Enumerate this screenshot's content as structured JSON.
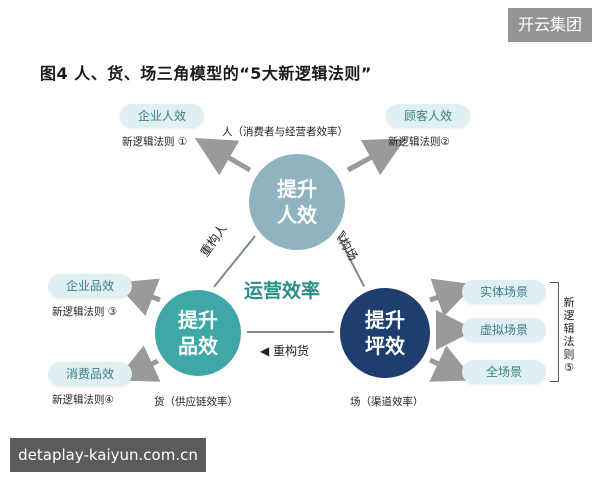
{
  "watermark_top": "开云集团",
  "title": "图4 人、货、场三角模型的“5大新逻辑法则”",
  "center_label": "运营效率",
  "nodes": {
    "people": {
      "line1": "提升",
      "line2": "人效"
    },
    "goods": {
      "line1": "提升",
      "line2": "品效"
    },
    "place": {
      "line1": "提升",
      "line2": "坪效"
    }
  },
  "edges": {
    "left": "重构人",
    "right": "重构场",
    "bottom": "◀ 重构货"
  },
  "outcomes": {
    "enterprise_people": {
      "label": "企业人效",
      "rule": "新逻辑法则 ①"
    },
    "customer_people": {
      "label": "顾客人效",
      "rule": "新逻辑法则②"
    },
    "enterprise_goods": {
      "label": "企业品效",
      "rule": "新逻辑法则 ③"
    },
    "consumer_goods": {
      "label": "消费品效",
      "rule": "新逻辑法则④"
    },
    "physical_place": {
      "label": "实体场景"
    },
    "virtual_place": {
      "label": "虚拟场景"
    },
    "full_place": {
      "label": "全场景"
    },
    "place_rule": "新逻辑法则⑤"
  },
  "captions": {
    "people": "人（消费者与经营者效率）",
    "goods": "货（供应链效率）",
    "place": "场（渠道效率）"
  },
  "watermark_bottom": "detaplay-kaiyun.com.cn",
  "colors": {
    "people_circle": "#8fb3bf",
    "goods_circle": "#3fa7a6",
    "place_circle": "#1d3e6e",
    "pill_bg": "#dfeff2",
    "pill_text": "#3d7f8c",
    "center_text": "#2a8e8a",
    "arrow": "#9a9a9a"
  }
}
